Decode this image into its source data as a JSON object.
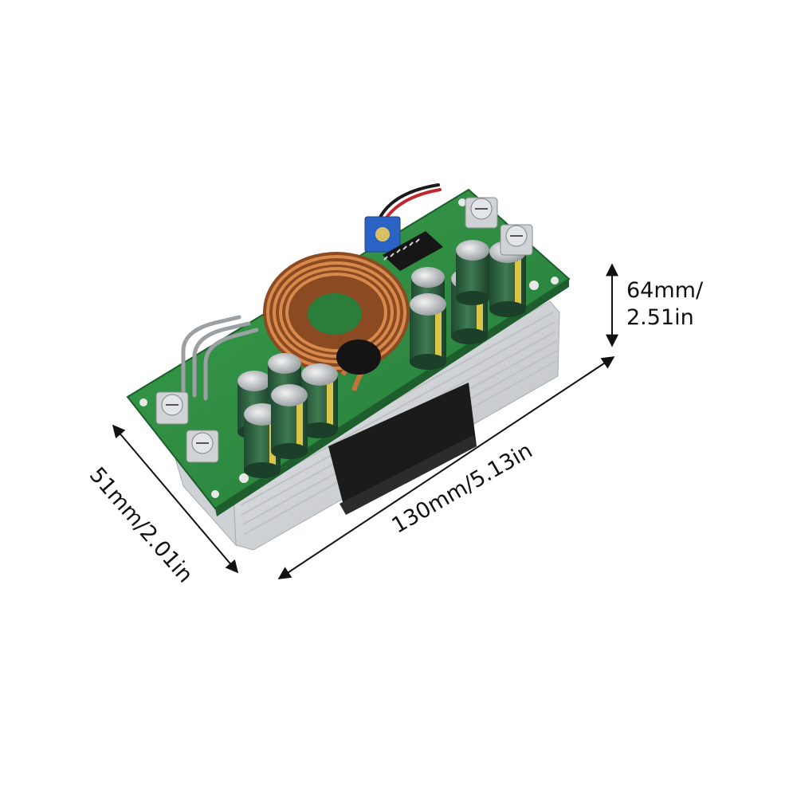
{
  "product": {
    "name_icon": "dc-dc-converter-module-photo",
    "colors": {
      "pcb": "#2f8f3e",
      "heatsink": "#d8dadc",
      "copper": "#c8733a",
      "capacitor": "#2f5b3c",
      "fan": "#1a1a1a"
    }
  },
  "dimensions": {
    "height_line1": "64mm/",
    "height_line2": "2.51in",
    "length": "130mm/5.13in",
    "width": "51mm/2.01in"
  }
}
